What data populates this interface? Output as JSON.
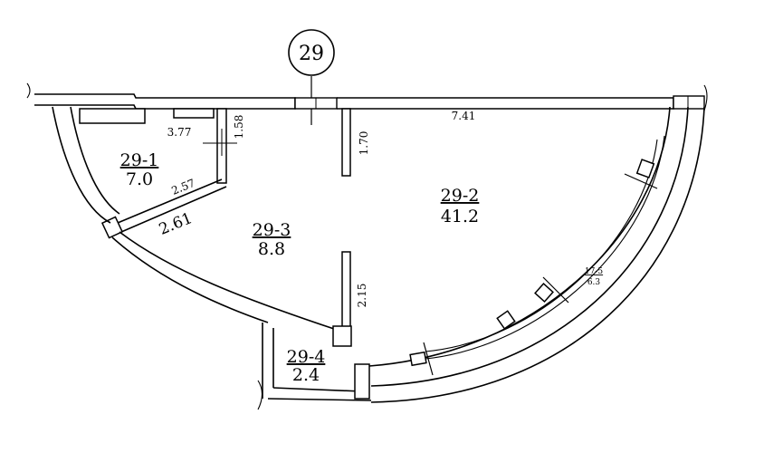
{
  "plan": {
    "section_number": "29",
    "rooms": [
      {
        "id": "29-1",
        "area": "7.0"
      },
      {
        "id": "29-2",
        "area": "41.2"
      },
      {
        "id": "29-3",
        "area": "8.8"
      },
      {
        "id": "29-4",
        "area": "2.4"
      }
    ],
    "dimensions": {
      "d_741": "7.41",
      "d_377": "3.77",
      "d_158": "1.58",
      "d_170": "1.70",
      "d_257": "2.57",
      "d_261": "2.61",
      "d_215": "2.15",
      "window_top": "17-5",
      "window_bottom": "6.3"
    }
  }
}
